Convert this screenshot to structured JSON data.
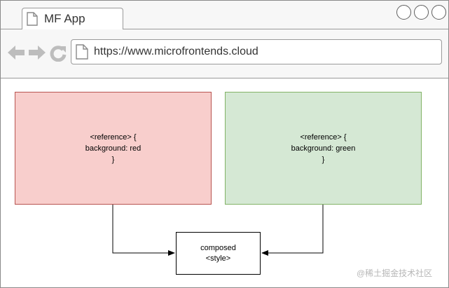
{
  "browser": {
    "tab_title": "MF App",
    "url": "https://www.microfrontends.cloud",
    "icons": [
      "back-arrow-icon",
      "forward-arrow-icon",
      "reload-icon",
      "document-icon"
    ],
    "window_buttons": [
      "circle-button",
      "circle-button",
      "circle-button"
    ]
  },
  "diagram": {
    "red_box": {
      "text": "<reference> {\nbackground: red\n}",
      "fill": "#f8cecc",
      "stroke": "#b85450"
    },
    "green_box": {
      "text": "<reference> {\nbackground: green\n}",
      "fill": "#d5e8d4",
      "stroke": "#82b366"
    },
    "composed_box": {
      "text": "composed\n<style>"
    }
  },
  "watermark": "@稀土掘金技术社区"
}
